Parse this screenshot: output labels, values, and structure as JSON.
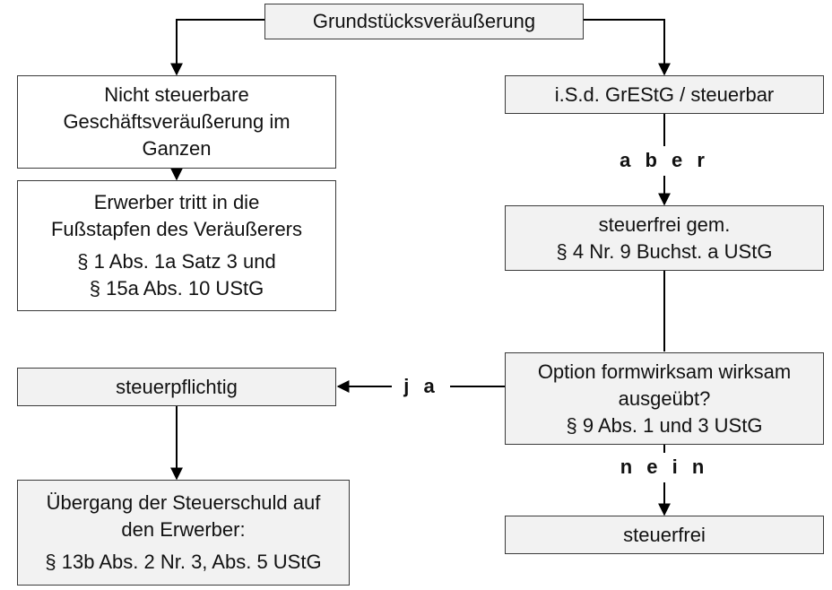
{
  "nodes": {
    "root": {
      "lines": [
        "Grundstücksveräußerung"
      ]
    },
    "left_top": {
      "lines": [
        "Nicht steuerbare",
        "Geschäftsveräußerung im",
        "Ganzen"
      ]
    },
    "left_fuss": {
      "lines": [
        "Erwerber tritt in die",
        "Fußstapfen des Veräußerers",
        "§ 1 Abs. 1a Satz 3 und",
        "§ 15a  Abs. 10 UStG"
      ]
    },
    "right_top": {
      "lines": [
        "i.S.d. GrEStG / steuerbar"
      ]
    },
    "right_frei_gem": {
      "lines": [
        "steuerfrei gem.",
        "§ 4 Nr. 9 Buchst. a UStG"
      ]
    },
    "option": {
      "lines": [
        "Option formwirksam wirksam",
        "ausgeübt?",
        "§ 9 Abs. 1 und 3 UStG"
      ]
    },
    "steuerpflichtig": {
      "lines": [
        "steuerpflichtig"
      ]
    },
    "uebergang": {
      "lines": [
        "Übergang der Steuerschuld auf",
        "den Erwerber:",
        "§ 13b Abs. 2 Nr. 3, Abs. 5 UStG"
      ]
    },
    "steuerfrei": {
      "lines": [
        "steuerfrei"
      ]
    }
  },
  "edge_labels": {
    "aber": "a b e r",
    "ja": "j a",
    "nein": "n e i n"
  },
  "colors": {
    "box_fill": "#f2f2f2",
    "border": "#3a3a3a",
    "arrow": "#000000"
  }
}
